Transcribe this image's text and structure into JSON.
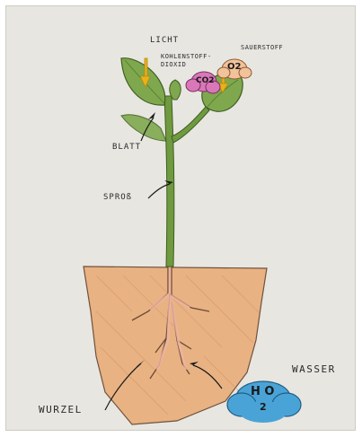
{
  "labels": {
    "licht": "LICHT",
    "kohlenstoffdioxid_line1": "KOHLENSTOFF-",
    "kohlenstoffdioxid_line2": "DIOXID",
    "sauerstoff": "SAUERSTOFF",
    "blatt": "BLATT",
    "spross": "SPROß",
    "wurzel": "WURZEL",
    "wasser": "WASSER"
  },
  "molecules": {
    "co2": "CO2",
    "o2": "O2",
    "h2o_h": "H O",
    "h2o_sub": "2"
  },
  "colors": {
    "paper": "#e8e6e1",
    "leaf": "#7fa84e",
    "leaf_dark": "#4f7a2a",
    "stem": "#6f9a3f",
    "soil": "#e9b07e",
    "root": "#f0b4a4",
    "light_arrow": "#e8b21a",
    "co2_cloud": "#d977b8",
    "o2_cloud": "#f2c29b",
    "water_cloud": "#4aa3d6"
  }
}
